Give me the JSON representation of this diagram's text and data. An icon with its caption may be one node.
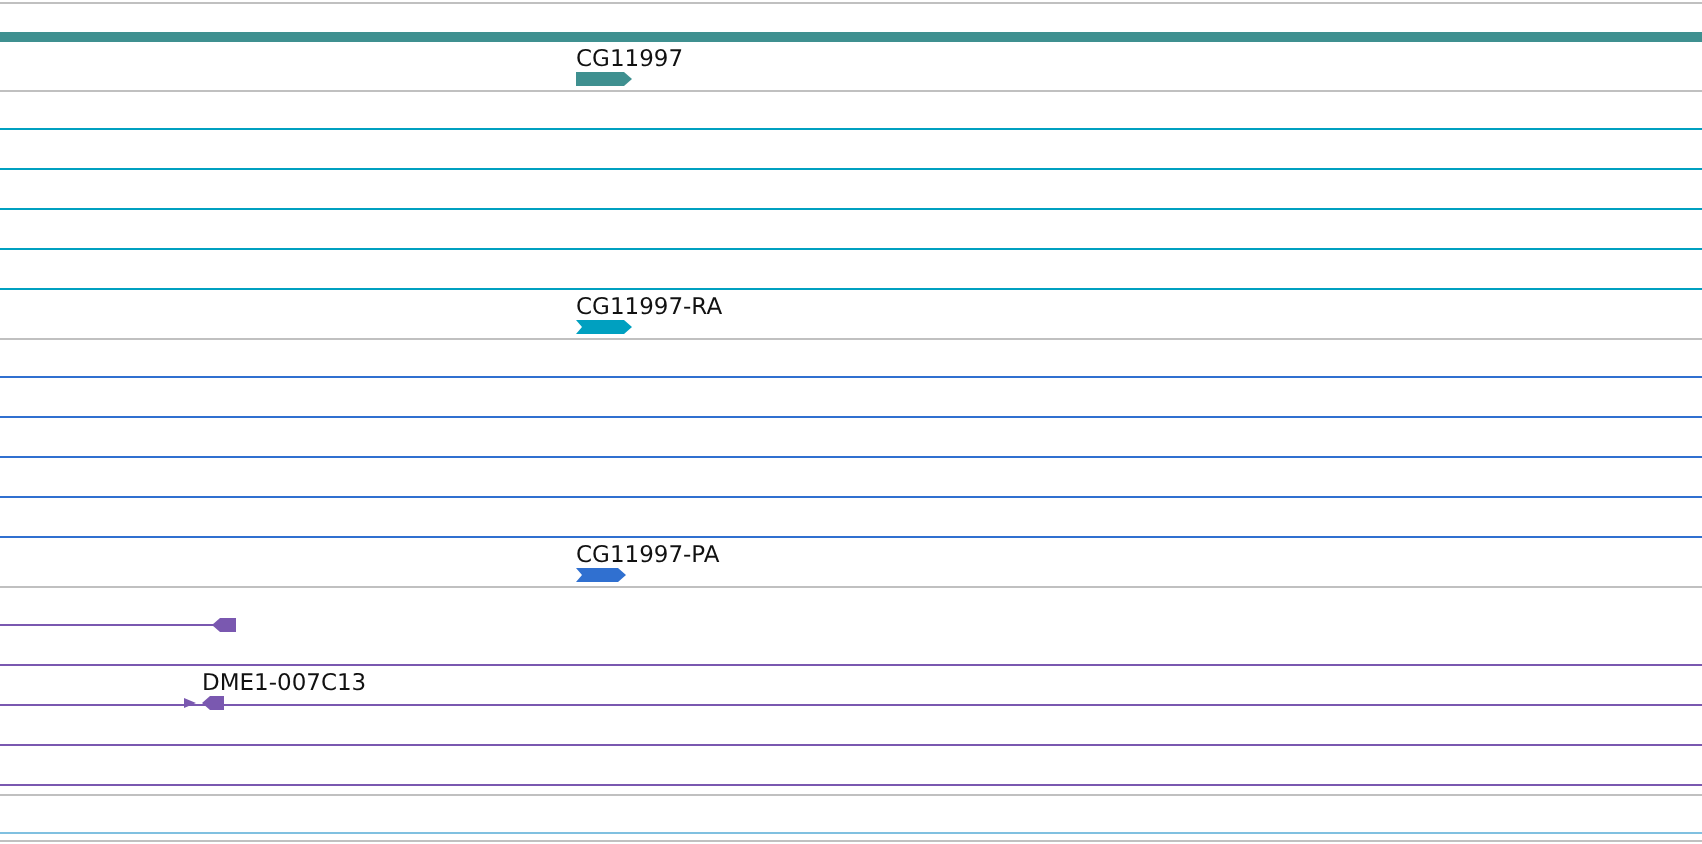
{
  "diagram": {
    "nodes": [
      {
        "text": [
          "CG11997"
        ]
      },
      {
        "text": [
          "CG11997-RA"
        ]
      },
      {
        "text": [
          "CG11997-PA"
        ]
      },
      {
        "text": [],
        "shape": "arrow"
      },
      {
        "text": [
          "DME1-007C13"
        ]
      }
    ]
  }
}
